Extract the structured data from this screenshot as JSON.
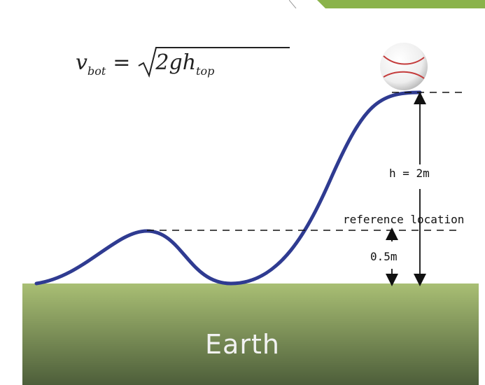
{
  "formula": {
    "lhs": "v",
    "lhs_sub": "bot",
    "equals": "=",
    "rhs": "2gh",
    "rhs_sub": "top"
  },
  "labels": {
    "height": "h = 2m",
    "reference": "reference location",
    "offset": "0.5m",
    "ground": "Earth"
  },
  "colors": {
    "track": "#2f3b91",
    "ground_top": "#a9bf74",
    "ground_bottom": "#4d5e3a",
    "ball": "#ffffff",
    "ball_seam": "#c43b3b",
    "corner_green": "#8ab34a"
  },
  "icons": {
    "ball": "baseball-icon"
  }
}
